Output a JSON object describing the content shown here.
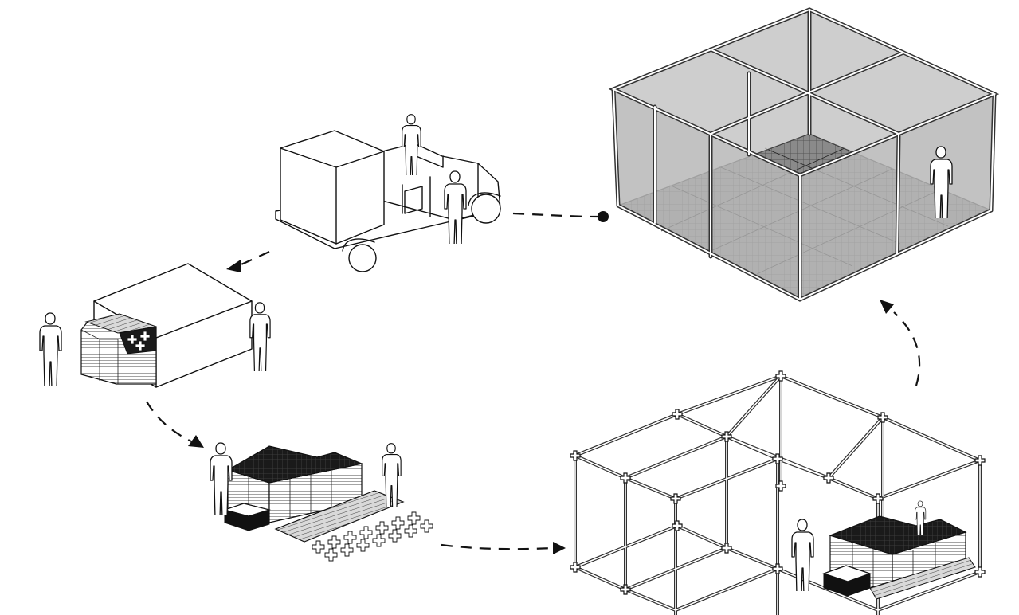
{
  "diagram": {
    "steps": [
      {
        "id": "delivery-truck"
      },
      {
        "id": "unloaded-container"
      },
      {
        "id": "unpacked-components"
      },
      {
        "id": "frame-assembly"
      },
      {
        "id": "finished-enclosure"
      }
    ],
    "arrows": [
      {
        "from": "delivery-truck",
        "to": "unloaded-container"
      },
      {
        "from": "unloaded-container",
        "to": "unpacked-components"
      },
      {
        "from": "unpacked-components",
        "to": "frame-assembly"
      },
      {
        "from": "frame-assembly",
        "to": "finished-enclosure"
      },
      {
        "from": "finished-enclosure",
        "to": "delivery-truck"
      }
    ]
  },
  "colors": {
    "line": "#111111",
    "glass": "#bdbdbd",
    "tile_dark": "#1a1a1a",
    "floor_grid": "#777777",
    "background": "#ffffff"
  }
}
